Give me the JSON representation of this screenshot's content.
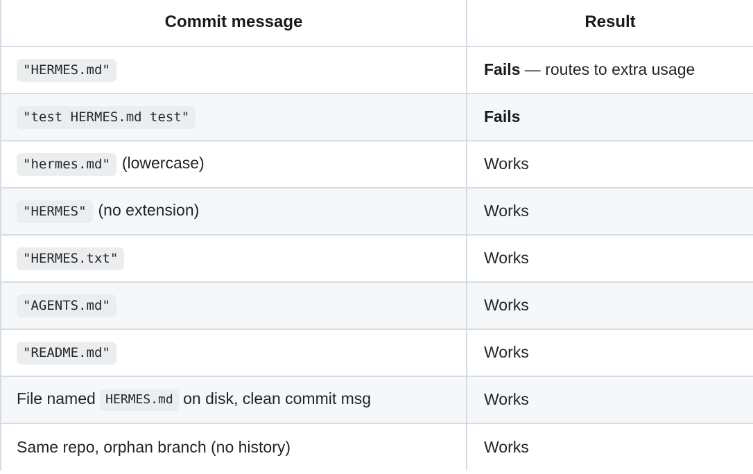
{
  "table": {
    "headers": {
      "commit_message": "Commit message",
      "result": "Result"
    },
    "rows": [
      {
        "code": "\"HERMES.md\"",
        "note": "",
        "result_strong": "Fails",
        "result_rest": " — routes to extra usage",
        "stripe": "odd"
      },
      {
        "code": "\"test HERMES.md test\"",
        "note": "",
        "result_strong": "Fails",
        "result_rest": "",
        "stripe": "even"
      },
      {
        "code": "\"hermes.md\"",
        "note": "(lowercase)",
        "result_strong": "",
        "result_rest": "Works",
        "stripe": "odd"
      },
      {
        "code": "\"HERMES\"",
        "note": "(no extension)",
        "result_strong": "",
        "result_rest": "Works",
        "stripe": "even"
      },
      {
        "code": "\"HERMES.txt\"",
        "note": "",
        "result_strong": "",
        "result_rest": "Works",
        "stripe": "odd"
      },
      {
        "code": "\"AGENTS.md\"",
        "note": "",
        "result_strong": "",
        "result_rest": "Works",
        "stripe": "even"
      },
      {
        "code": "\"README.md\"",
        "note": "",
        "result_strong": "",
        "result_rest": "Works",
        "stripe": "odd"
      }
    ],
    "mixed_rows": [
      {
        "prefix": "File named",
        "code": "HERMES.md",
        "suffix": "on disk, clean commit msg",
        "result_rest": "Works",
        "stripe": "even"
      }
    ],
    "plain_rows": [
      {
        "text": "Same repo, orphan branch (no history)",
        "result_rest": "Works",
        "stripe": "odd"
      }
    ]
  },
  "colors": {
    "border": "#d5dce3",
    "stripe": "#f6f7f9",
    "chip_bg": "#ebedef",
    "text": "#1f2328"
  }
}
